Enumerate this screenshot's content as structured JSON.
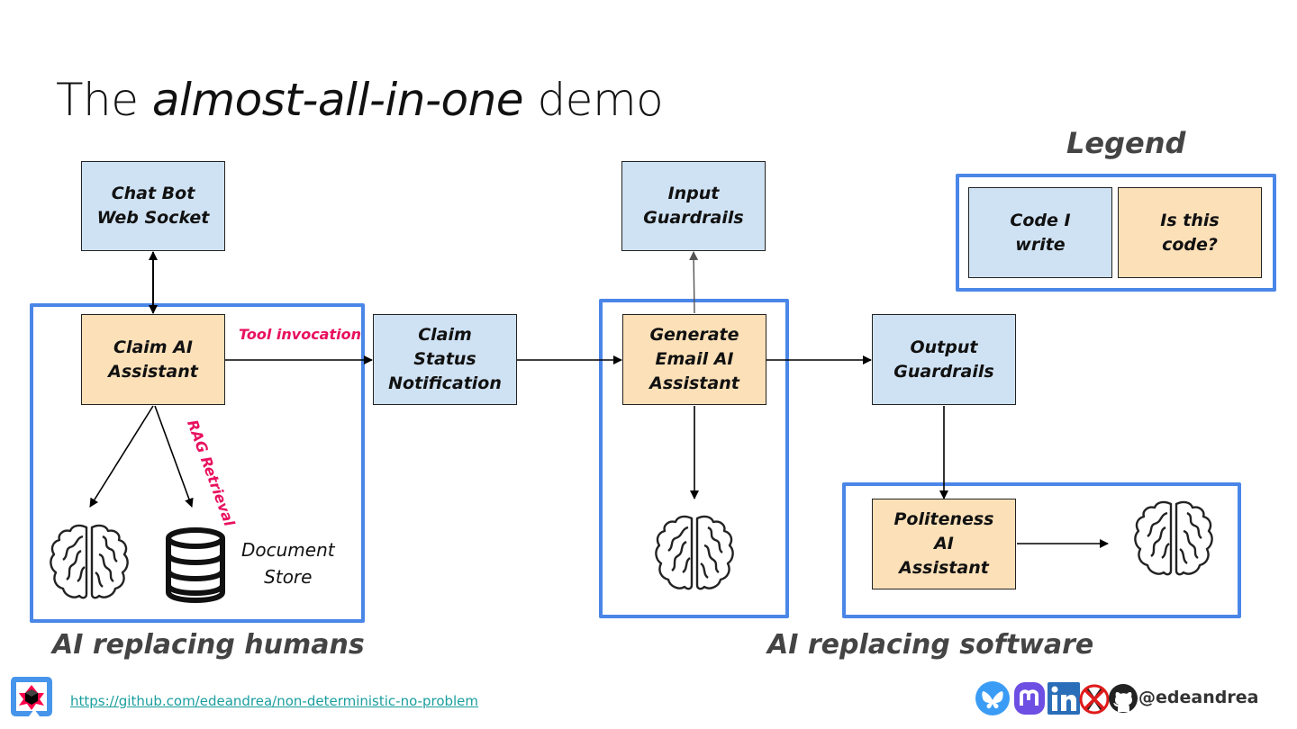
{
  "slide": {
    "title_prefix": "The ",
    "title_italic": "almost-all-in-one",
    "title_suffix": " demo"
  },
  "nodes": {
    "chat_bot": "Chat Bot\nWeb Socket",
    "claim_ai": "Claim AI\nAssistant",
    "claim_status": "Claim\nStatus\nNotification",
    "input_guardrails": "Input\nGuardrails",
    "generate_email": "Generate\nEmail AI\nAssistant",
    "output_guardrails": "Output\nGuardrails",
    "politeness": "Politeness\nAI\nAssistant",
    "document_store": "Document\nStore"
  },
  "edge_labels": {
    "tool_invocation": "Tool invocation",
    "rag_retrieval": "RAG Retrieval"
  },
  "legend": {
    "title": "Legend",
    "items": [
      {
        "label": "Code I\nwrite",
        "color": "#cfe2f3"
      },
      {
        "label": "Is this\ncode?",
        "color": "#fce0b8"
      }
    ]
  },
  "sections": {
    "humans": "AI replacing humans",
    "software": "AI replacing software"
  },
  "colors": {
    "group_border": "#4a86e8",
    "my_code": "#cfe2f3",
    "ai_code": "#fce0b8",
    "annotation": "#e8105f"
  },
  "footer": {
    "repo_link": "https://github.com/edeandrea/non-deterministic-no-problem",
    "handle": "@edeandrea",
    "social_icons": [
      "bluesky-icon",
      "mastodon-icon",
      "linkedin-icon",
      "x-crossed-out-icon",
      "github-icon"
    ]
  }
}
